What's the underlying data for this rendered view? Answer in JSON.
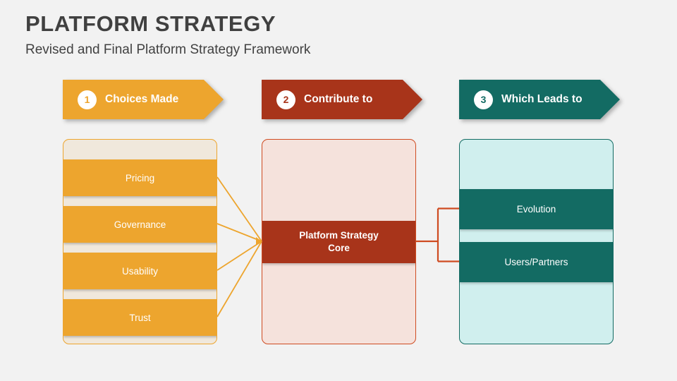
{
  "slide": {
    "title": "PLATFORM STRATEGY",
    "subtitle": "Revised and Final Platform Strategy Framework"
  },
  "colors": {
    "background": "#f2f2f2",
    "orange": "#eda52e",
    "cream": "#f0e8dc",
    "rust": "#a8341a",
    "rust_border": "#cf4b21",
    "pink": "#f5e2dc",
    "teal": "#136b63",
    "cyan": "#d0efee",
    "title_text": "#404040",
    "band_text": "#ffffff"
  },
  "banners": [
    {
      "number": "1",
      "label": "Choices Made",
      "color": "#eda52e",
      "num_color": "#eda52e"
    },
    {
      "number": "2",
      "label": "Contribute to",
      "color": "#a8341a",
      "num_color": "#a8341a"
    },
    {
      "number": "3",
      "label": "Which Leads to",
      "color": "#136b63",
      "num_color": "#136b63"
    }
  ],
  "columns": {
    "left": {
      "items": [
        {
          "label": "Pricing"
        },
        {
          "label": "Governance"
        },
        {
          "label": "Usability"
        },
        {
          "label": "Trust"
        }
      ]
    },
    "center": {
      "core_line1": "Platform Strategy",
      "core_line2": "Core"
    },
    "right": {
      "items": [
        {
          "label": "Evolution"
        },
        {
          "label": "Users/Partners"
        }
      ]
    }
  }
}
